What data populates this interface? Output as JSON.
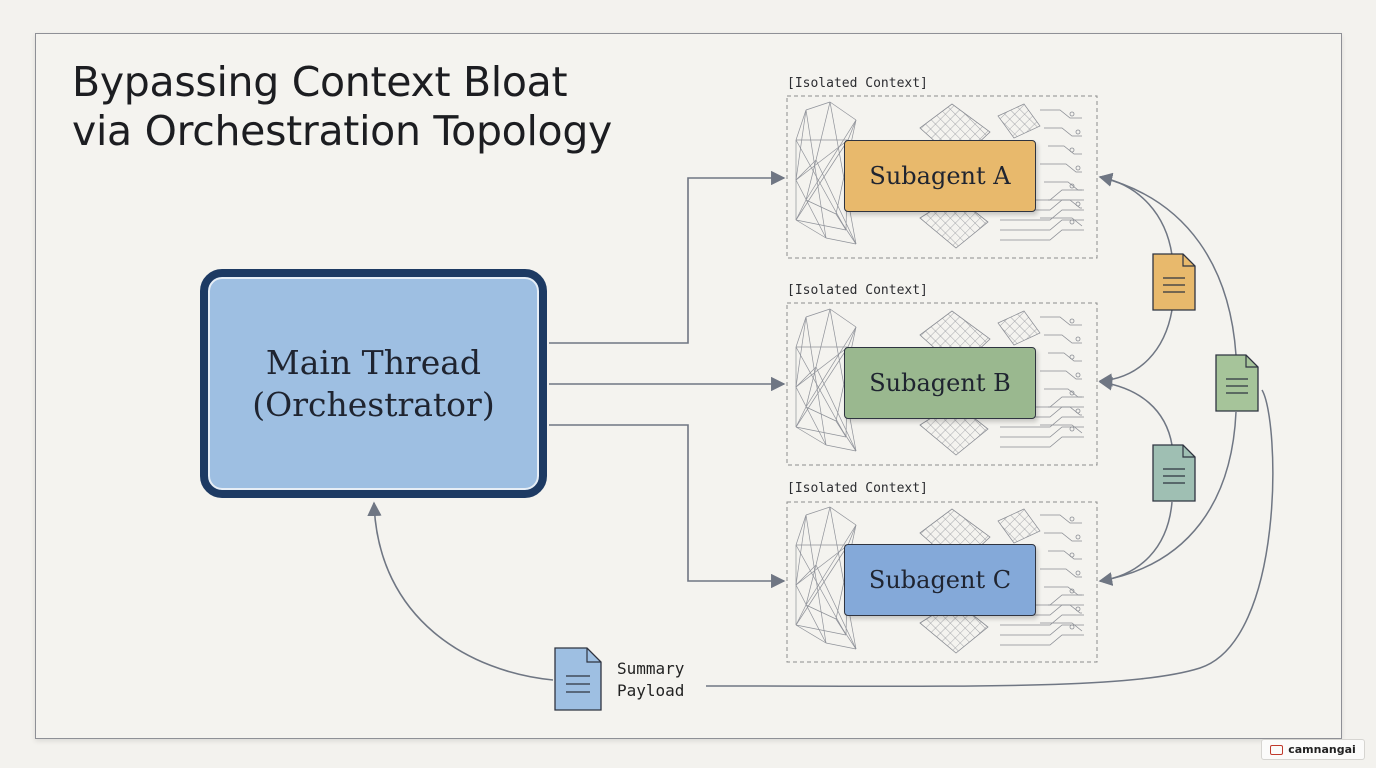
{
  "title": {
    "line1": "Bypassing Context Bloat",
    "line2": "via Orchestration Topology"
  },
  "main_thread": {
    "line1": "Main Thread",
    "line2": "(Orchestrator)",
    "fill": "#9ebfe2",
    "border": "#1d3a63"
  },
  "subagents": [
    {
      "label": "Subagent A",
      "context_label": "[Isolated Context]",
      "color": "#e8b96c"
    },
    {
      "label": "Subagent B",
      "context_label": "[Isolated Context]",
      "color": "#9ab88f"
    },
    {
      "label": "Subagent C",
      "context_label": "[Isolated Context]",
      "color": "#84a9d9"
    }
  ],
  "payload": {
    "line1": "Summary",
    "line2": "Payload"
  },
  "document_icons": [
    {
      "icon": "document-icon",
      "color": "#e8b96c"
    },
    {
      "icon": "document-icon",
      "color": "#a6c49a"
    },
    {
      "icon": "document-icon",
      "color": "#9fbfb3"
    },
    {
      "icon": "document-icon",
      "color": "#9ebfe2"
    }
  ],
  "watermark": {
    "text": "camnangai"
  },
  "colors": {
    "arrow": "#6f7683",
    "dashed_border": "#8c8c8c",
    "background": "#f4f3ef"
  }
}
